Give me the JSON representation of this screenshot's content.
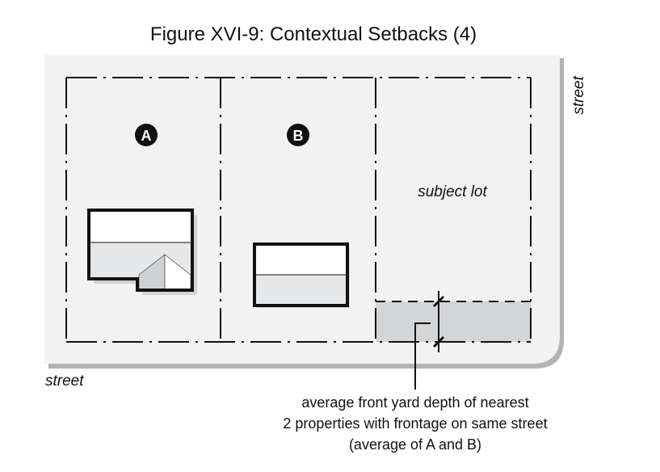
{
  "title": "Figure XVI-9: Contextual Setbacks (4)",
  "labels": {
    "lot_a": "A",
    "lot_b": "B",
    "subject_lot": "subject lot",
    "street_right": "street",
    "street_bottom": "street"
  },
  "annotation": {
    "line1": "average front yard depth of nearest",
    "line2": "2 properties with frontage on same street",
    "line3": "(average of A and B)"
  },
  "colors": {
    "panel": "#f2f2f2",
    "panel_shadow": "#b3b3b3",
    "front_yard": "#d4d5d7",
    "house_roof_shade": "#e6e7e8",
    "lines": "#111111"
  }
}
